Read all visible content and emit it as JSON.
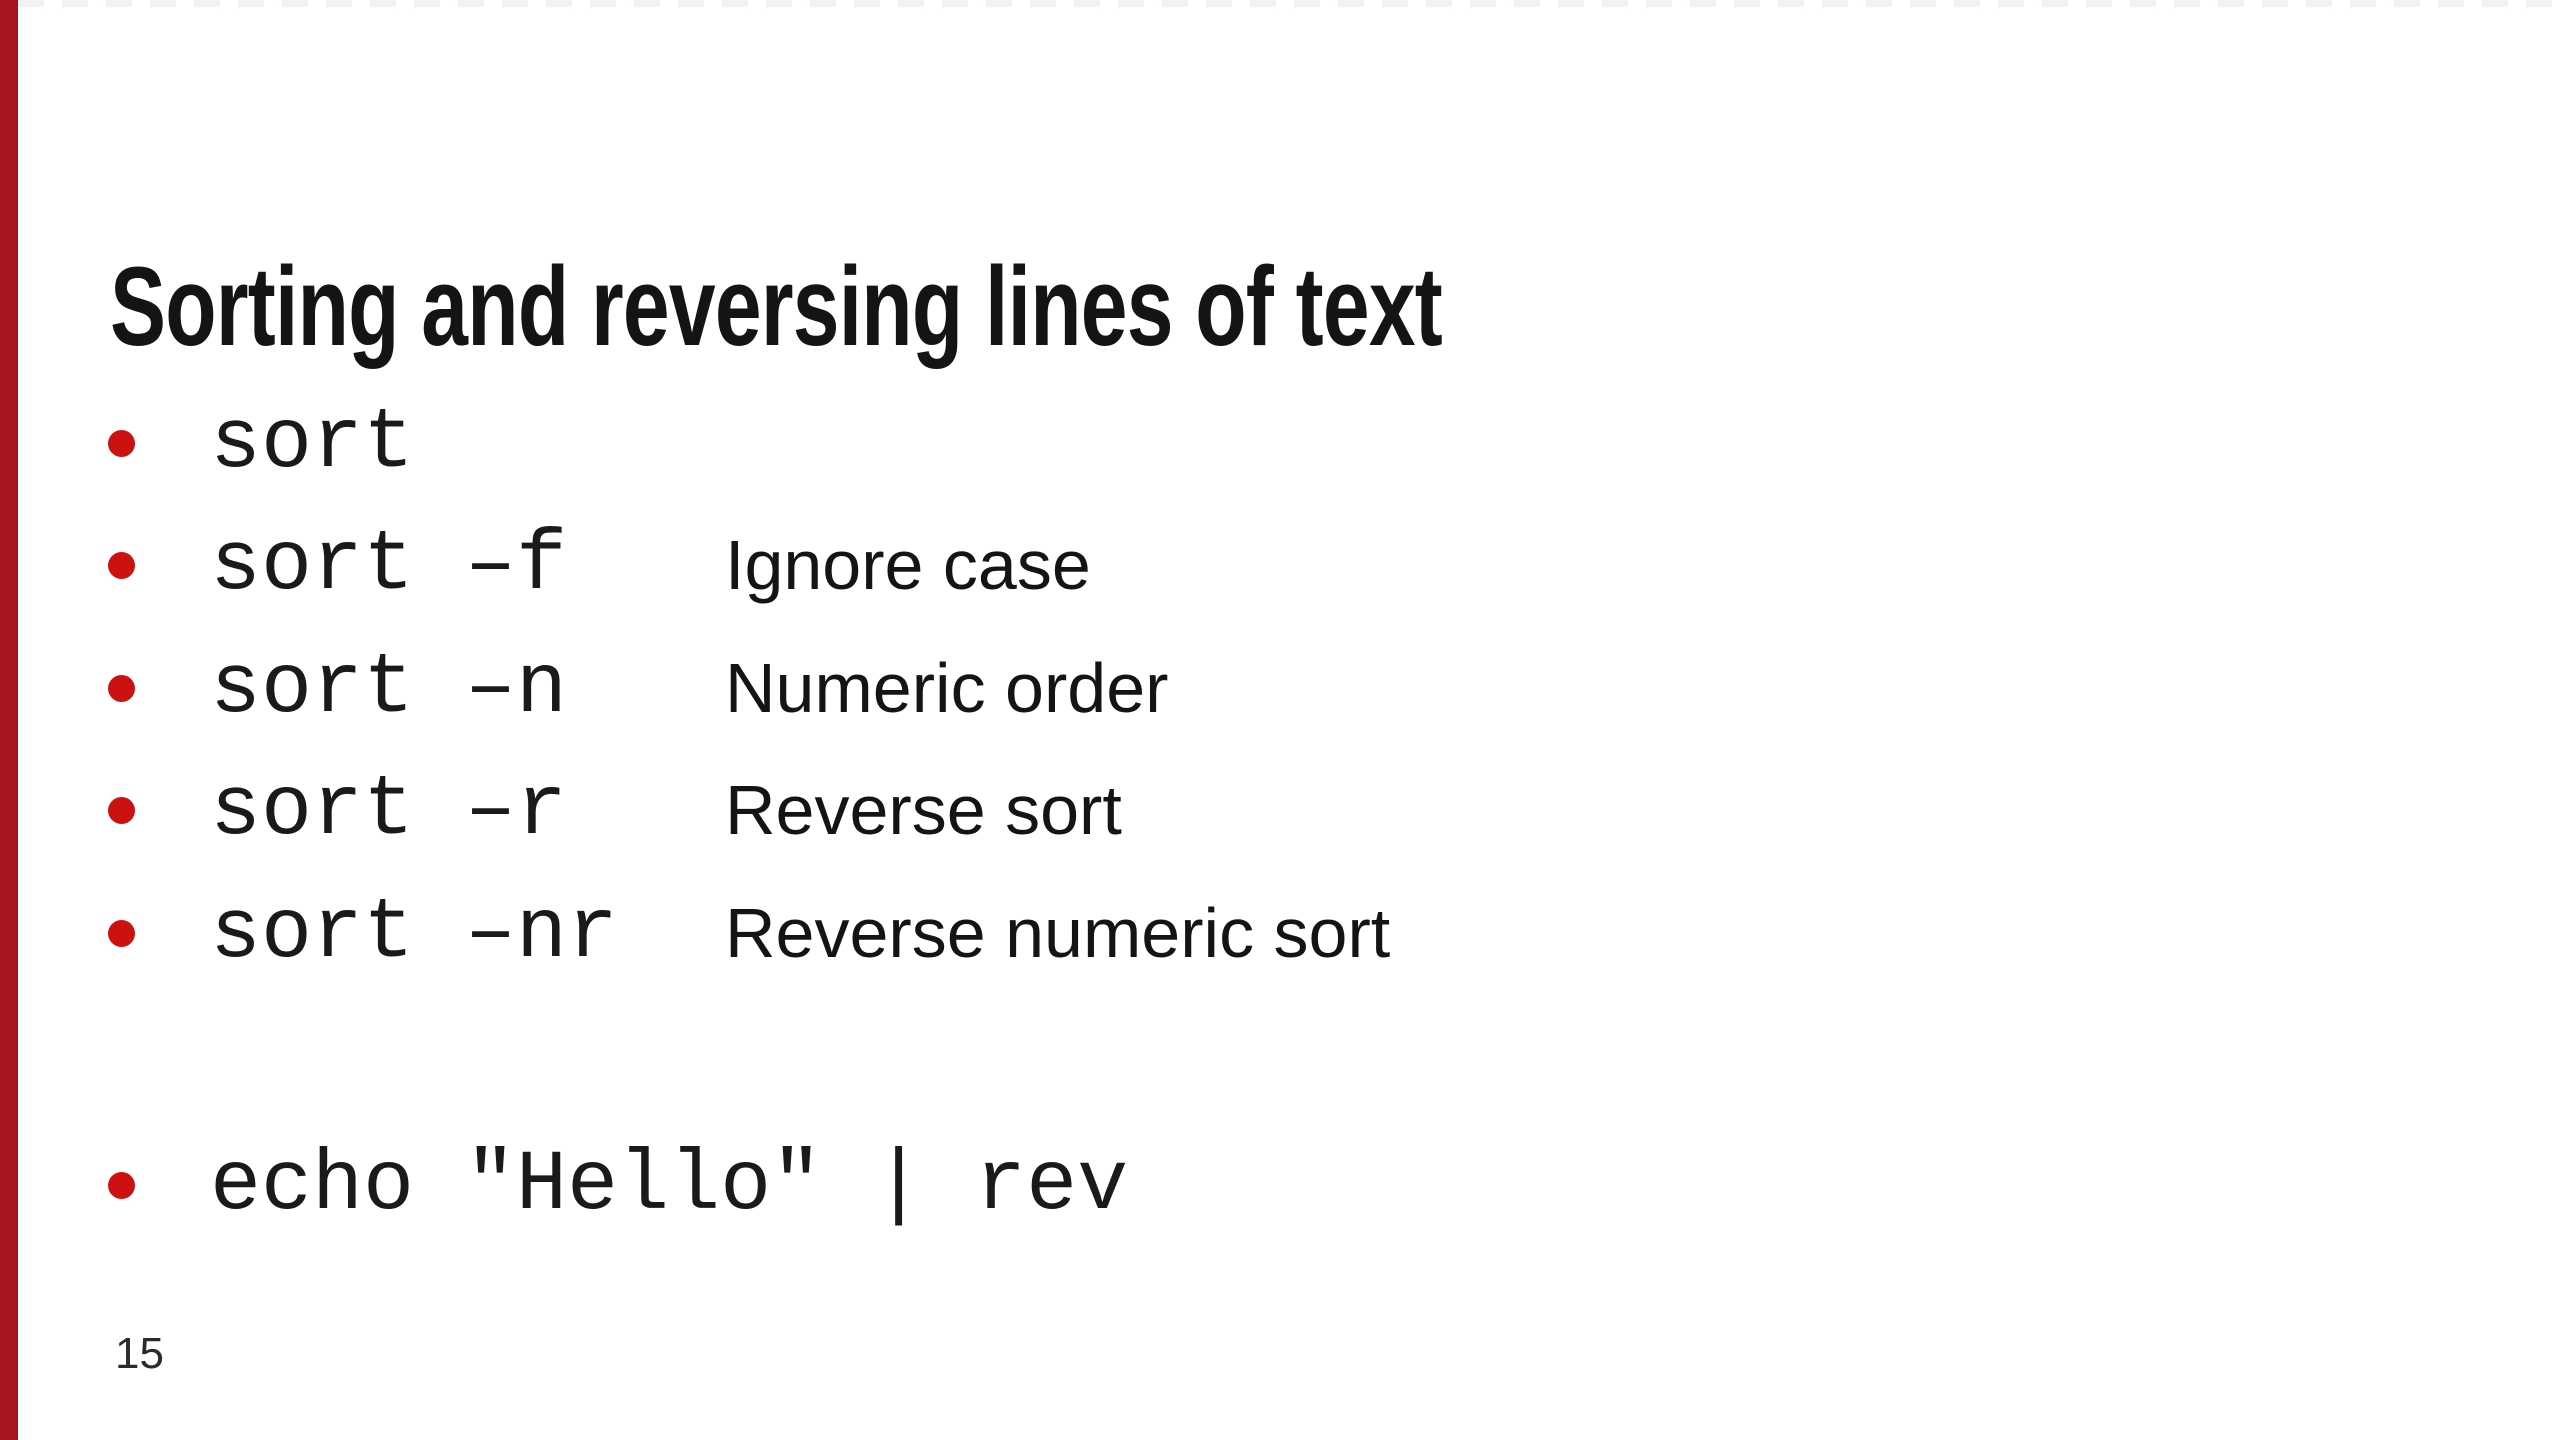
{
  "slide": {
    "title": "Sorting and reversing lines of text",
    "bullets": [
      {
        "command": "sort",
        "description": ""
      },
      {
        "command": "sort –f",
        "description": "Ignore case"
      },
      {
        "command": "sort –n",
        "description": "Numeric order"
      },
      {
        "command": "sort –r",
        "description": "Reverse sort"
      },
      {
        "command": "sort –nr",
        "description": "Reverse numeric sort"
      }
    ],
    "echo_bullet": {
      "command": "echo \"Hello\" | rev"
    },
    "page_number": "15"
  },
  "colors": {
    "accent_bar": "#A8151F",
    "bullet_dot": "#CC1111",
    "text": "#1A1A1A"
  }
}
